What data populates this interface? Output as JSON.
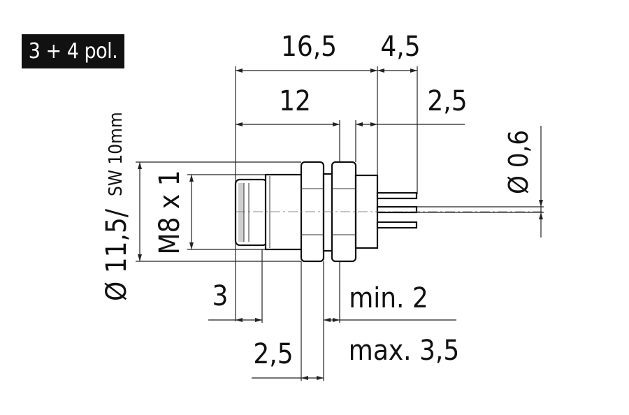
{
  "badge": {
    "label": "3 + 4 pol."
  },
  "dimensions": {
    "total_length": "16,5",
    "pin_length": "4,5",
    "body_length": "12",
    "pin_offset": "2,5",
    "pin_diameter": "Ø 0,6",
    "outer_diameter": "Ø 11,5/",
    "wrench_size": "SW 10mm",
    "thread": "M8 x 1",
    "front_length": "3",
    "nut_width": "2,5",
    "panel_min": "min. 2",
    "panel_max": "max. 3,5"
  }
}
